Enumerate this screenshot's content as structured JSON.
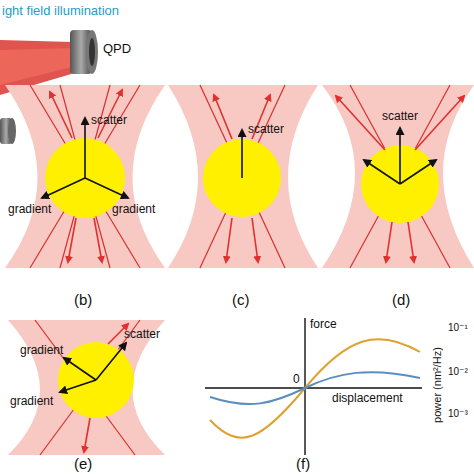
{
  "diagram": {
    "labels": [
      "ight field illumination",
      "QPD",
      "scatter",
      "gradient",
      "gradient",
      "(b)",
      "scatter",
      "(c)",
      "scatter",
      "(d)",
      "scatter",
      "gradient",
      "gradient",
      "(e)",
      "force",
      "0",
      "displacement",
      "(f)",
      "power (nm²/Hz)",
      "10⁻¹",
      "10⁻²",
      "10⁻³"
    ]
  }
}
